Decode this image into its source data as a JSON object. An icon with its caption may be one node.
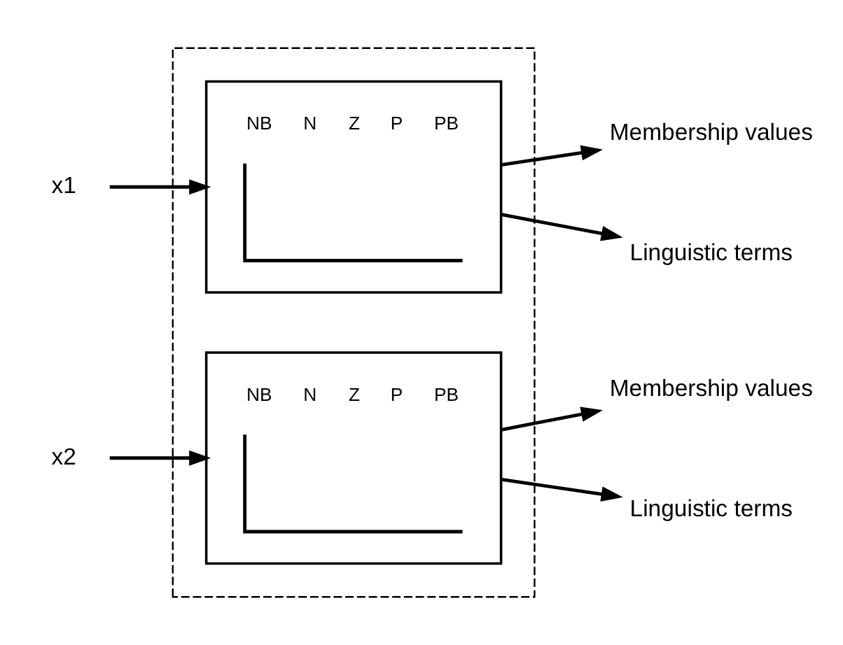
{
  "diagram": {
    "nodes": [
      {
        "text": [],
        "shape": "box"
      },
      {
        "text": [
          "NB",
          "N",
          "Z",
          "P",
          "PB"
        ],
        "in": 0
      },
      {
        "text": [
          "NB",
          "N",
          "Z",
          "P",
          "PB"
        ],
        "in": 0
      },
      {
        "text": [
          "x1"
        ]
      },
      {
        "text": [
          "Membership values"
        ]
      },
      {
        "text": [
          "Linguistic terms"
        ]
      },
      {
        "text": [
          "x2"
        ]
      },
      {
        "text": [
          "Membership values"
        ]
      },
      {
        "text": [
          "Linguistic terms"
        ]
      }
    ],
    "edges": [
      {
        "from": 3,
        "to": 1,
        "arrow": "to"
      },
      {
        "from": 1,
        "to": 4,
        "arrow": "to"
      },
      {
        "from": 1,
        "to": 5,
        "arrow": "to"
      },
      {
        "from": 6,
        "to": 2,
        "arrow": "to"
      },
      {
        "from": 2,
        "to": 7,
        "arrow": "to"
      },
      {
        "from": 2,
        "to": 8,
        "arrow": "to"
      }
    ]
  }
}
